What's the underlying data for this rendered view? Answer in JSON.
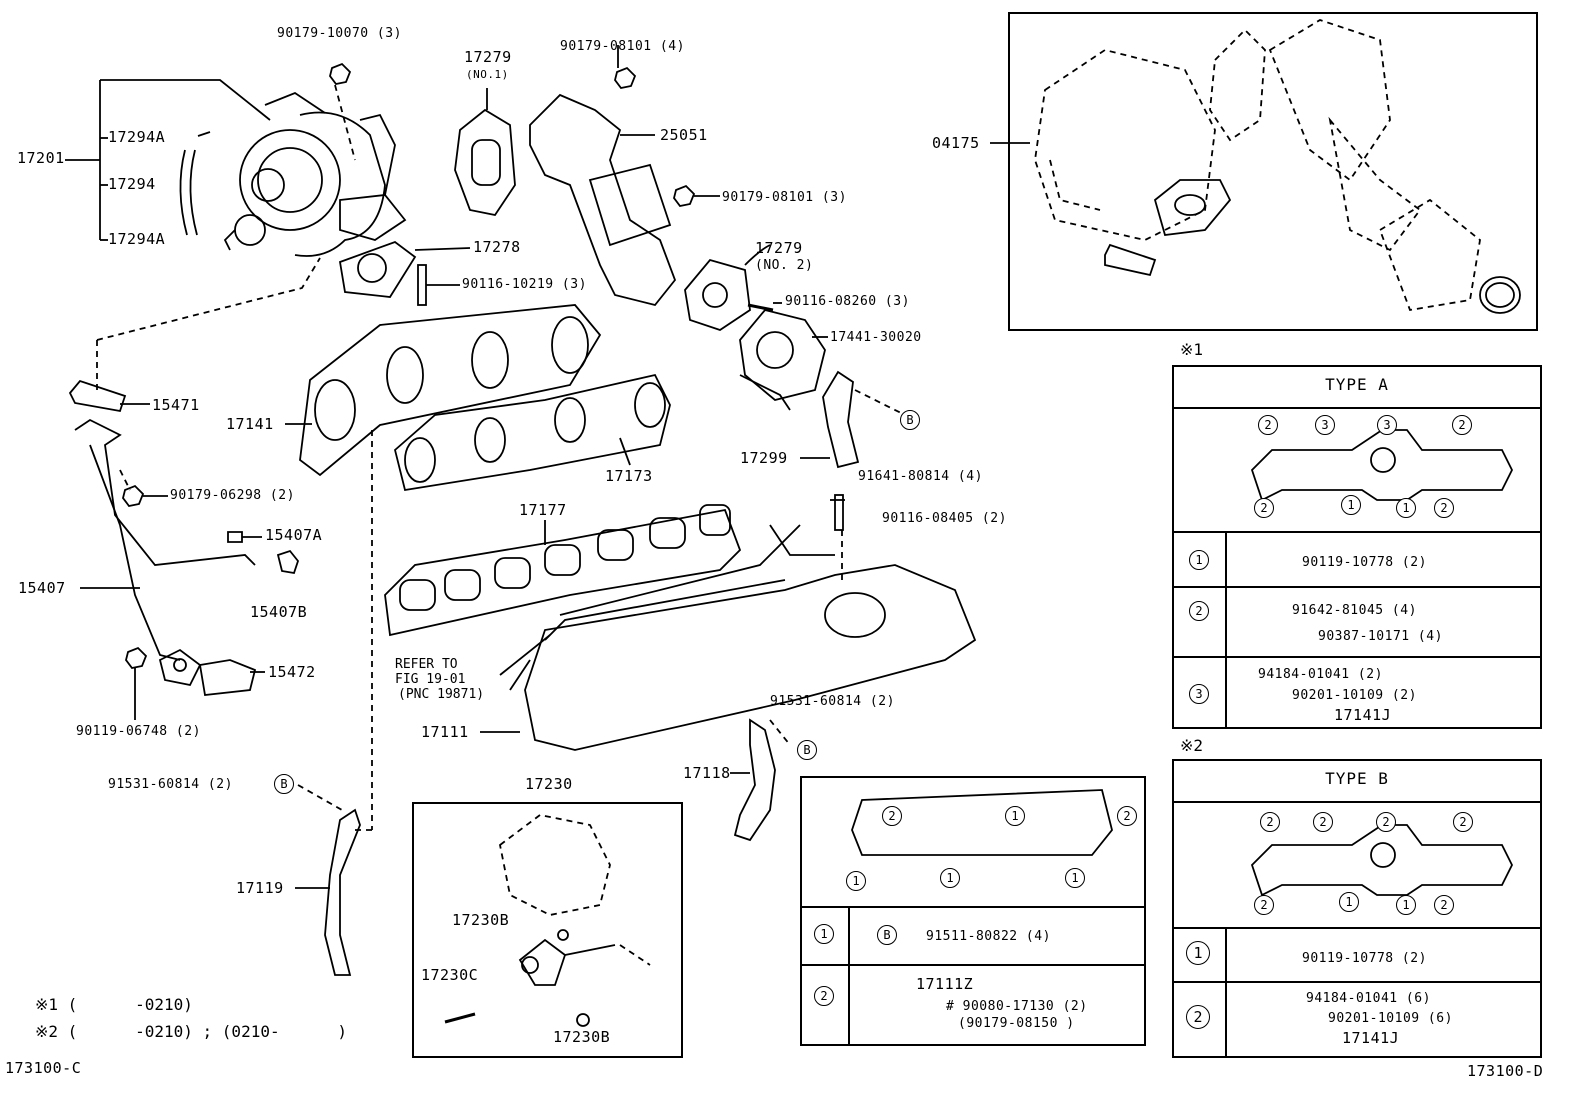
{
  "labels": {
    "l17201": "17201",
    "l17294A_top": "17294A",
    "l17294": "17294",
    "l17294A_bot": "17294A",
    "l90179_10070": "90179-10070 (3)",
    "l17279_no1": "17279",
    "l17279_no1_sub": "(NO.1)",
    "l90179_08101_4": "90179-08101 (4)",
    "l25051": "25051",
    "l90179_08101_3": "90179-08101 (3)",
    "l17278": "17278",
    "l90116_10219": "90116-10219 (3)",
    "l17279_no2": "17279",
    "l17279_no2_sub": "(NO. 2)",
    "l90116_08260": "90116-08260 (3)",
    "l17441": "17441-30020",
    "l04175": "04175",
    "l15471": "15471",
    "l17141": "17141",
    "l17173": "17173",
    "l17299": "17299",
    "l91641": "91641-80814 (4)",
    "l90179_06298": "90179-06298 (2)",
    "l15407A": "15407A",
    "l15407": "15407",
    "l15407B": "15407B",
    "l15472": "15472",
    "l90119_06748": "90119-06748 (2)",
    "l17177": "17177",
    "l90116_08405": "90116-08405 (2)",
    "l17111": "17111",
    "l91531_60814_mid": "91531-60814 (2)",
    "l17118": "17118",
    "l91531_60814_left": "91531-60814 (2)",
    "l17119": "17119",
    "l17230": "17230",
    "l17230B_top": "17230B",
    "l17230C": "17230C",
    "l17230B_bot": "17230B"
  },
  "refer": {
    "line1": "REFER TO",
    "line2": "FIG 19-01",
    "line3": "(PNC 19871)"
  },
  "marks": {
    "star1": "※1",
    "star2": "※2",
    "b": "B",
    "n1": "1",
    "n2": "2",
    "n3": "3"
  },
  "typeA": {
    "title": "TYPE  A",
    "r1": "90119-10778 (2)",
    "r2a": "91642-81045 (4)",
    "r2b": "90387-10171 (4)",
    "r3a": "94184-01041 (2)",
    "r3b": "90201-10109 (2)",
    "r3c": "17141J"
  },
  "typeB": {
    "title": "TYPE  B",
    "r1": "90119-10778 (2)",
    "r2a": "94184-01041 (6)",
    "r2b": "90201-10109 (6)",
    "r2c": "17141J"
  },
  "midBox": {
    "r1": "91511-80822 (4)",
    "r2a": "17111Z",
    "r2b": "# 90080-17130 (2)",
    "r2c": "(90179-08150 )"
  },
  "notes": {
    "n1": "※1 (      -0210)",
    "n2": "※2 (      -0210) ; (0210-      )",
    "code_left": "173100-C",
    "code_right": "173100-D"
  }
}
